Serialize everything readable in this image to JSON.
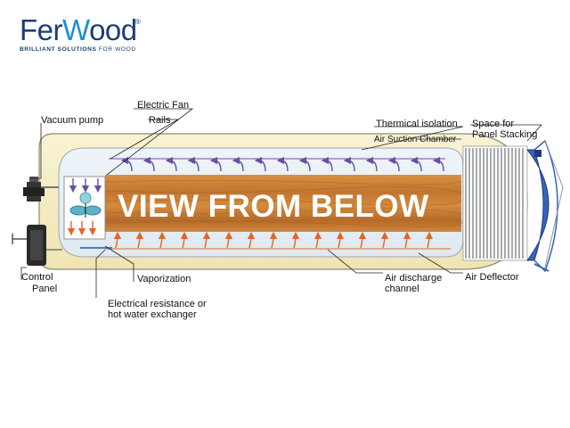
{
  "logo": {
    "brand_prefix": "Fer",
    "brand_accent": "W",
    "brand_suffix": "ood",
    "registered": "®",
    "tagline_bold": "BRILLIANT SOLUTIONS",
    "tagline_light": " FOR WOOD",
    "color_dark": "#1d3f73",
    "color_accent": "#1f8fd6"
  },
  "diagram": {
    "banner": "VIEW FROM BELOW",
    "labels": {
      "electric_fan": "Electric Fan",
      "rails": "Rails",
      "vacuum_pump": "Vacuum pump",
      "thermical_isolation": "Thermical isolation",
      "air_suction_chamber": "Air Suction Chamber",
      "space_for": "Space for",
      "panel_stacking": "Panel Stacking",
      "control": "Control",
      "panel": "Panel",
      "vaporization": "Vaporization",
      "electrical_resistance": "Electrical resistance or",
      "hot_water_exchanger": "hot water exchanger",
      "air_discharge": "Air discharge",
      "channel": "channel",
      "air_deflector": "Air Deflector"
    },
    "colors": {
      "tank_shell": "#f6eec3",
      "wood": "#c57a33",
      "suction_arrows": "#6a4fa3",
      "discharge_arrows": "#e0662a",
      "door": "#3a63b8"
    }
  }
}
